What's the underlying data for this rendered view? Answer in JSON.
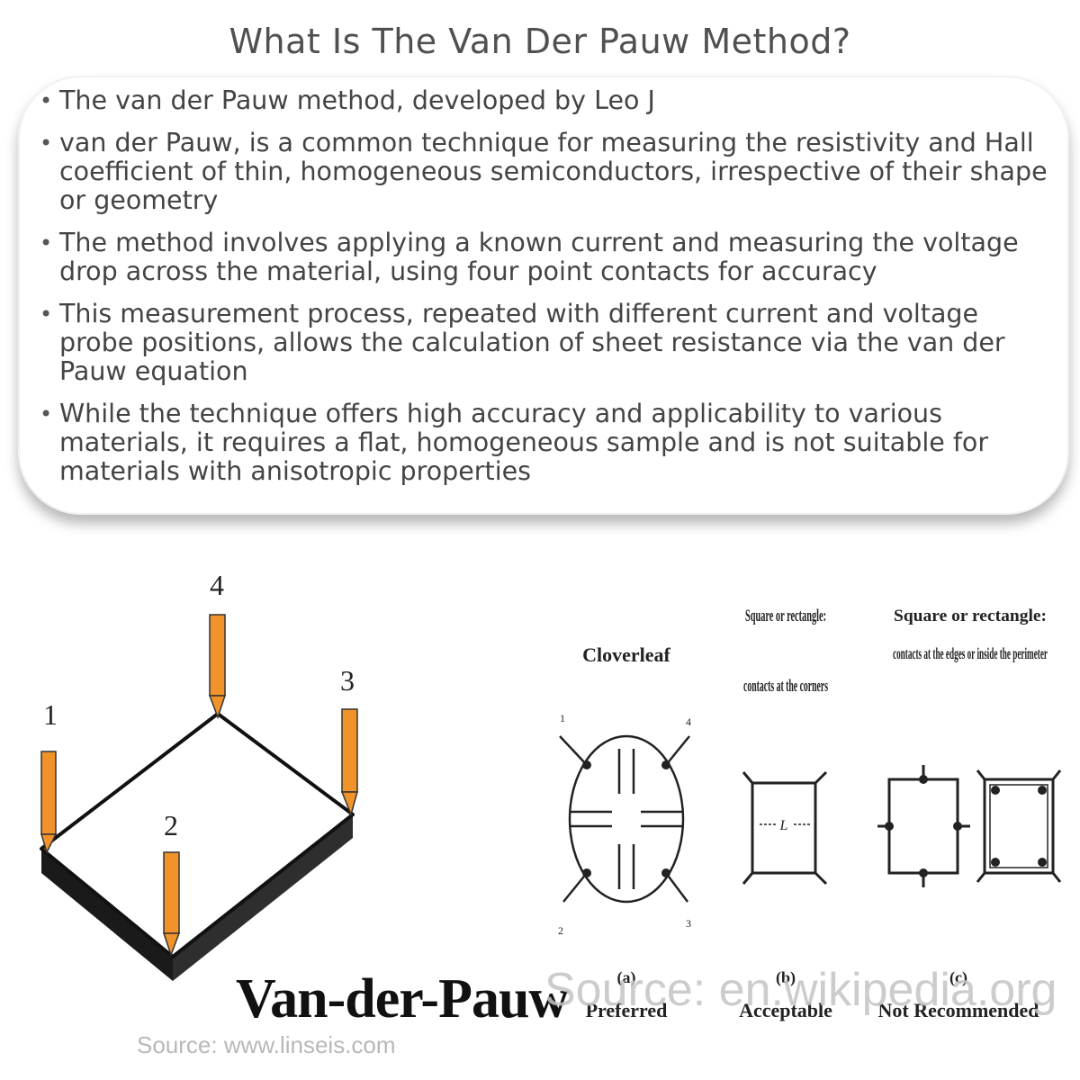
{
  "title": "What Is The Van Der Pauw Method?",
  "bullets": [
    "The van der Pauw method, developed by Leo J",
    "van der Pauw, is a common technique for measuring the resistivity and Hall coefficient of thin, homogeneous semiconductors, irrespective of their shape or geometry",
    "The method involves applying a known current and measuring the voltage drop across the material, using four point contacts for accuracy",
    "This measurement process, repeated with different current and voltage probe positions, allows the calculation of sheet resistance via the van der Pauw equation",
    "While the technique offers high accuracy and applicability to various materials, it requires a flat, homogeneous sample and is not suitable for materials with anisotropic properties"
  ],
  "left_figure": {
    "probe_labels": [
      "1",
      "2",
      "3",
      "4"
    ],
    "caption": "Van-der-Pauw",
    "source": "Source: www.linseis.com",
    "probe_color": "#f0932b"
  },
  "right_figure": {
    "panel_a": {
      "header": "Cloverleaf",
      "corner_labels": [
        "1",
        "4",
        "2",
        "3"
      ],
      "letter": "(a)",
      "rating": "Preferred"
    },
    "panel_b": {
      "header": "Square or rectangle:",
      "subheader": "contacts at the corners",
      "dimension": "L",
      "letter": "(b)",
      "rating": "Acceptable"
    },
    "panel_c": {
      "header": "Square or rectangle:",
      "subheader": "contacts at the edges or inside the perimeter",
      "letter": "(c)",
      "rating": "Not Recommended"
    },
    "source": "Source: en.wikipedia.org"
  }
}
